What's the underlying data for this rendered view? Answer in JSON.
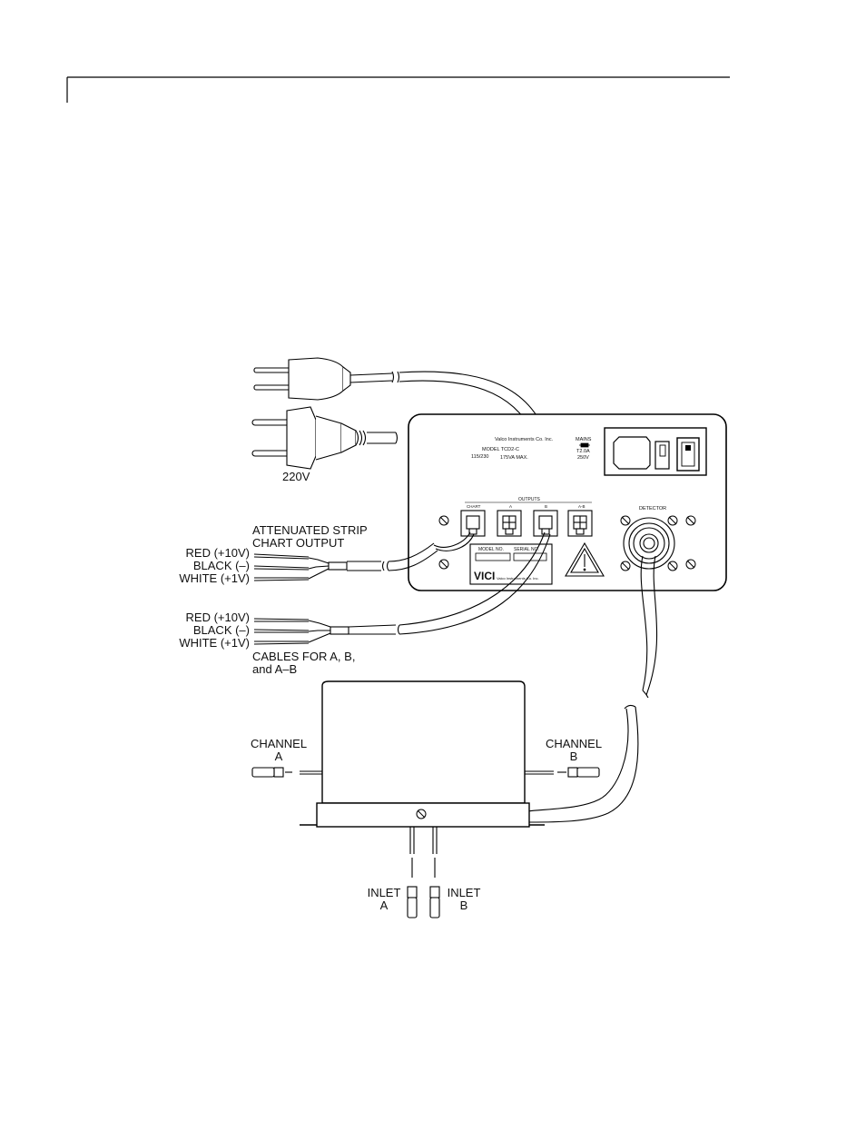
{
  "plug_label": "220V",
  "strip_chart": {
    "title_line1": "ATTENUATED STRIP",
    "title_line2": "CHART OUTPUT",
    "wires": [
      "RED (+10V)",
      "BLACK (–)",
      "WHITE (+1V)"
    ]
  },
  "ab_cables": {
    "wires": [
      "RED (+10V)",
      "BLACK (–)",
      "WHITE (+1V)"
    ],
    "caption_line1": "CABLES FOR A, B,",
    "caption_line2": "and A–B"
  },
  "channels": {
    "a_line1": "CHANNEL",
    "a_line2": "A",
    "b_line1": "CHANNEL",
    "b_line2": "B"
  },
  "inlets": {
    "a_line1": "INLET",
    "a_line2": "A",
    "b_line1": "INLET",
    "b_line2": "B"
  },
  "panel": {
    "company": "Valco Instruments Co. Inc.",
    "model": "MODEL TCD2-C",
    "voltage": "115/230",
    "power": "175VA MAX.",
    "mains": "MAINS",
    "fuse": "T2.0A",
    "fuse_voltage": "250V",
    "outputs": "OUTPUTS",
    "output_labels": [
      "CHART",
      "A",
      "B",
      "A-B"
    ],
    "detector": "DETECTOR",
    "model_no": "MODEL NO.",
    "serial_no": "SERIAL NO.",
    "logo": "VICI",
    "logo_sub": "Valco Instruments Co. Inc."
  }
}
